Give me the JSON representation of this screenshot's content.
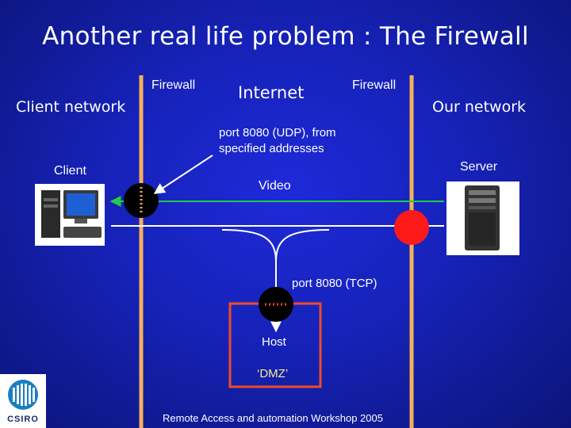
{
  "title": "Another real life problem : The Firewall",
  "labels": {
    "client_network": "Client network",
    "firewall_left": "Firewall",
    "internet": "Internet",
    "firewall_right": "Firewall",
    "our_network": "Our network",
    "udp_note": "port 8080 (UDP), from specified addresses",
    "client": "Client",
    "video": "Video",
    "server": "Server",
    "tcp_note": "port 8080 (TCP)",
    "host": "Host",
    "dmz": "‘DMZ’"
  },
  "footer": "Remote Access and automation Workshop 2005",
  "logo_text": "CSIRO",
  "colors": {
    "firewall_line": "#f5b05a",
    "video_line": "#22cc44",
    "dmz_box": "#f04a2a",
    "blocked_port": "#ff1a1a",
    "open_port": "#000000"
  }
}
